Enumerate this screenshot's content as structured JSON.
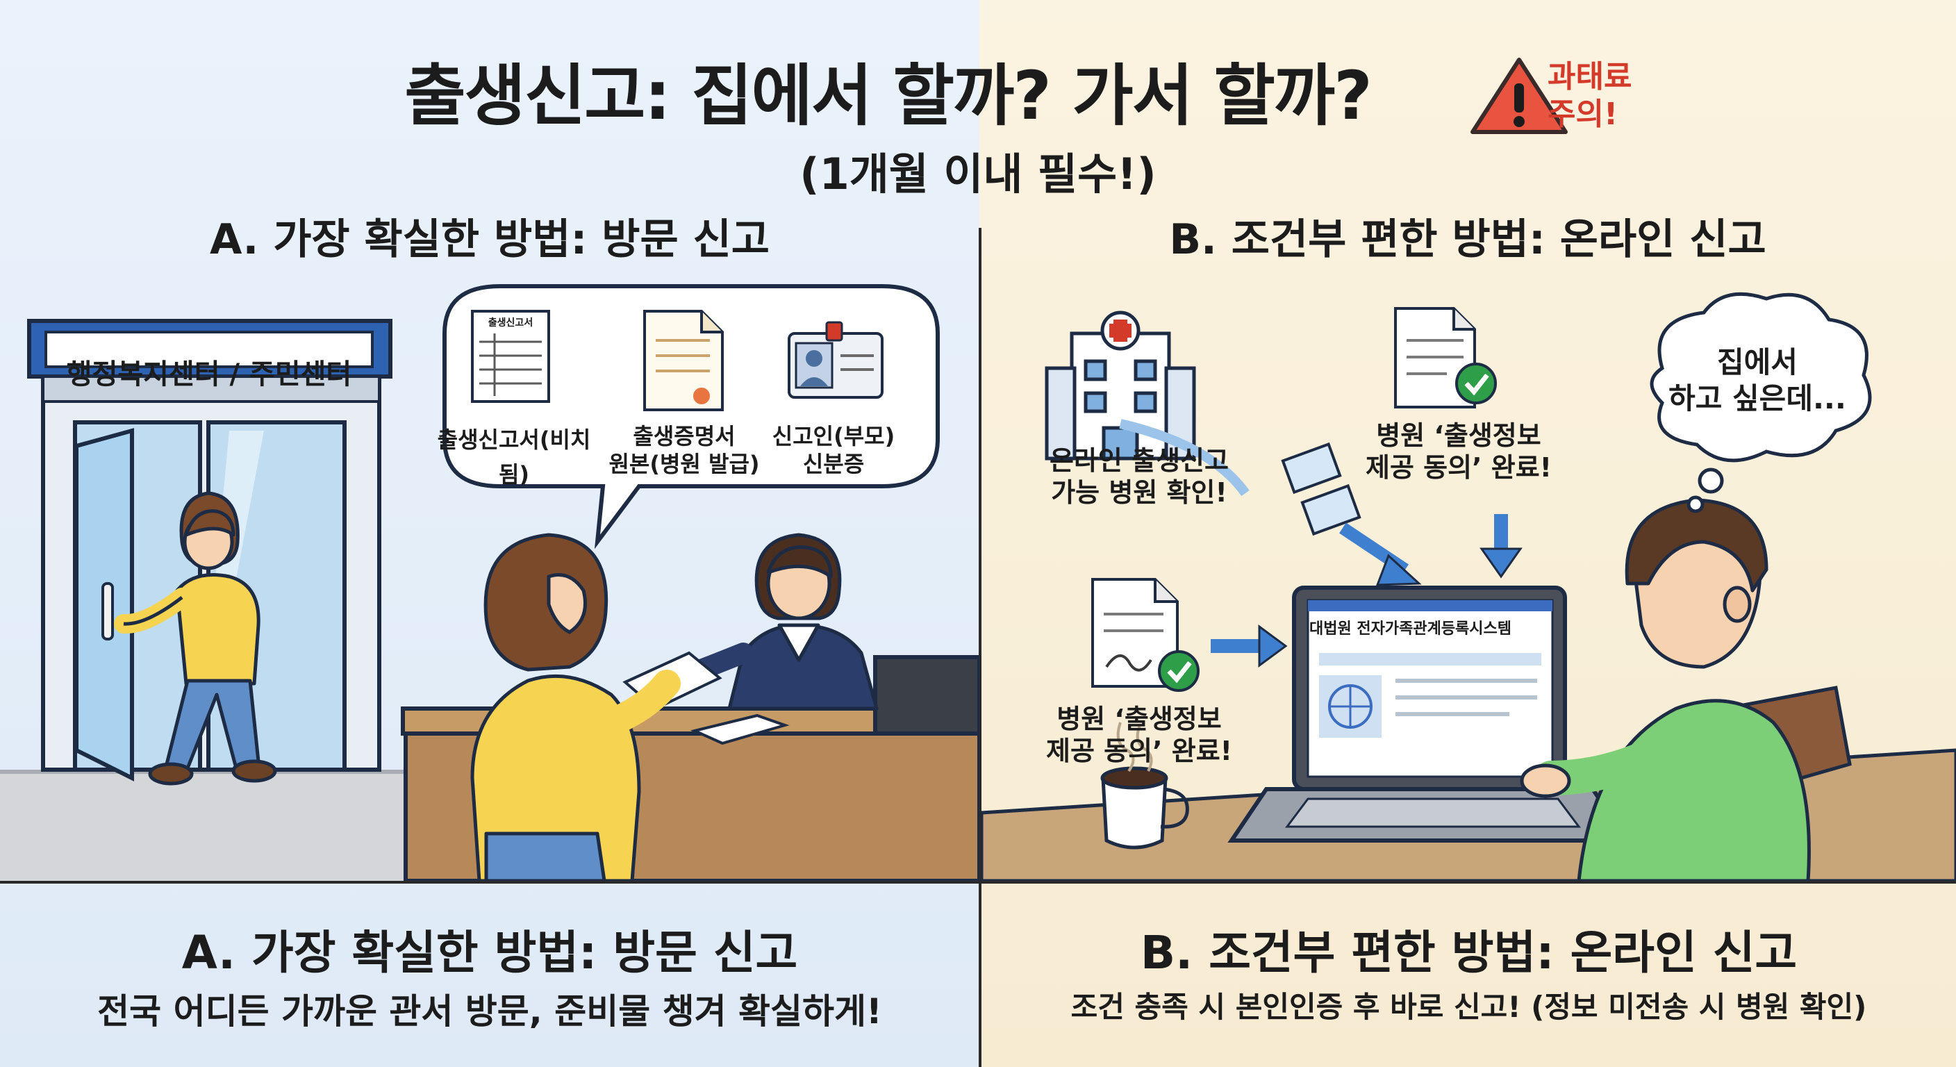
{
  "title": "출생신고: 집에서 할까? 가서 할까?",
  "warning": {
    "icon": "warning-triangle-icon",
    "line1": "과태료",
    "line2": "주의!",
    "color": "#d43a2a"
  },
  "subtitle": "(1개월 이내 필수!)",
  "left": {
    "heading": "A. 가장 확실한 방법: 방문 신고",
    "office_sign": "행정복지센터 / 주민센터",
    "bubble": {
      "items": [
        {
          "icon": "form-document-icon",
          "form_header": "출생신고서",
          "label": "출생신고서(비치됨)"
        },
        {
          "icon": "certificate-document-icon",
          "line1": "출생증명서",
          "line2": "원본(병원 발급)"
        },
        {
          "icon": "id-card-icon",
          "line1": "신고인(부모)",
          "line2": "신분증"
        }
      ]
    },
    "bottom_heading": "A. 가장 확실한 방법: 방문 신고",
    "bottom_text": "전국 어디든 가까운 관서 방문, 준비물 챙겨 확실하게!"
  },
  "right": {
    "heading": "B. 조건부 편한 방법: 온라인 신고",
    "hospital": {
      "icon": "hospital-icon",
      "line1": "온라인 출생신고",
      "line2": "가능 병원 확인!"
    },
    "doc_top": {
      "icon": "document-check-icon",
      "line1": "병원 ‘출생정보",
      "line2": "제공 동의’ 완료!"
    },
    "doc_left": {
      "icon": "signed-document-check-icon",
      "line1": "병원 ‘출생정보",
      "line2": "제공 동의’ 완료!"
    },
    "thought": {
      "line1": "집에서",
      "line2": "하고 싶은데..."
    },
    "laptop_screen_title": "대법원 전자가족관계등록시스템",
    "bottom_heading": "B. 조건부 편한 방법: 온라인 신고",
    "bottom_text": "조건 충족 시 본인인증 후 바로 신고! (정보 미전송 시 병원 확인)"
  },
  "colors": {
    "left_bg": "#e4eef9",
    "right_bg": "#f9f0dc",
    "accent_blue": "#2f6fc4",
    "check_green": "#2e9e48",
    "hospital_red": "#d43a2a"
  }
}
